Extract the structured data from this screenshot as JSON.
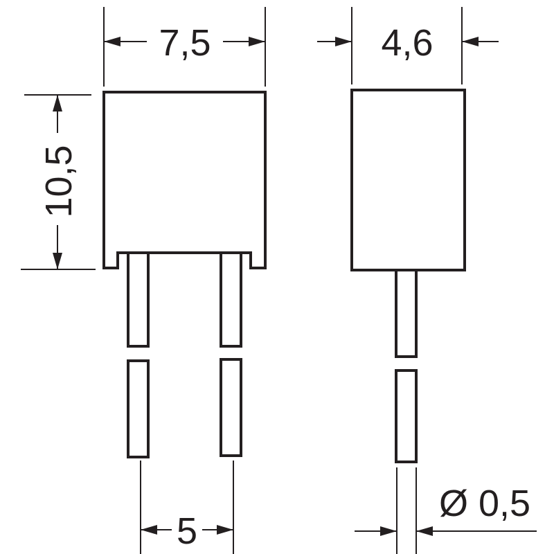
{
  "dimensions": {
    "width": "7,5",
    "depth": "4,6",
    "height": "10,5",
    "pitch": "5",
    "lead_diameter": "Ø 0,5"
  },
  "colors": {
    "line": "#231f20",
    "background": "#ffffff"
  }
}
